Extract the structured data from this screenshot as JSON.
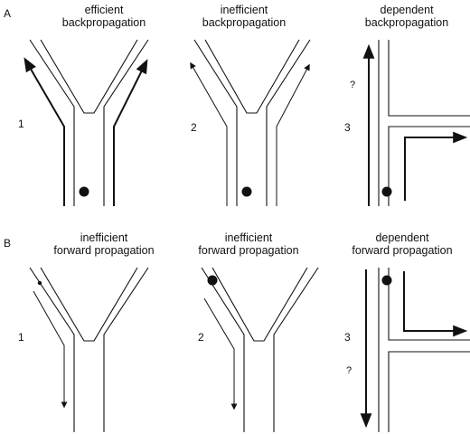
{
  "row_a": {
    "letter": "A",
    "panels": [
      {
        "title": "efficient\nbackpropagation",
        "number": "1"
      },
      {
        "title": "inefficient\nbackpropagation",
        "number": "2"
      },
      {
        "title": "dependent\nbackpropagation",
        "number": "3",
        "question": "?"
      }
    ]
  },
  "row_b": {
    "letter": "B",
    "panels": [
      {
        "title": "inefficient\nforward propagation",
        "number": "1"
      },
      {
        "title": "inefficient\nforward propagation",
        "number": "2"
      },
      {
        "title": "dependent\nforward propagation",
        "number": "3",
        "question": "?"
      }
    ]
  }
}
